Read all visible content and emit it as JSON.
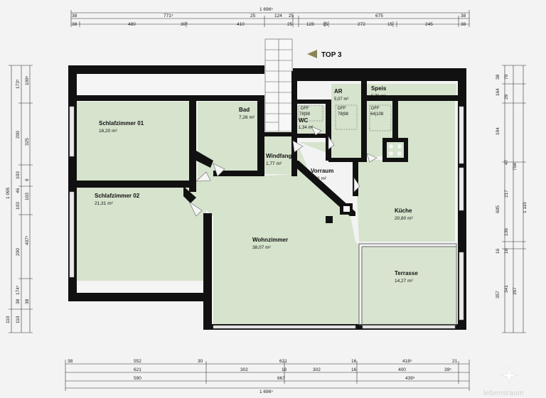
{
  "header": {
    "total_width": "1 696⁵",
    "top_label": "TOP 3"
  },
  "dims_top": {
    "row1": [
      "771⁵",
      "25",
      "124",
      "25",
      "675",
      "38",
      "38"
    ],
    "row2": [
      "38",
      "480",
      "30⁵",
      "410",
      "25",
      "128",
      "15",
      "272",
      "15",
      "245",
      "38"
    ]
  },
  "dims_bottom": {
    "row1": [
      "38",
      "552",
      "30",
      "621",
      "16",
      "418⁵",
      "21"
    ],
    "row2": [
      "621",
      "302",
      "16",
      "302",
      "16",
      "400",
      "39⁵"
    ],
    "row3": [
      "590",
      "667",
      "439⁵"
    ],
    "total": "1 696⁵"
  },
  "dims_left": {
    "outer": [
      "1 095",
      "110"
    ],
    "middle": [
      "173⁵",
      "200",
      "103",
      "46",
      "103",
      "200",
      "174⁵",
      "38",
      "110"
    ],
    "inner": [
      "109⁵",
      "325",
      "9",
      "103",
      "407⁵",
      "38"
    ]
  },
  "dims_right": {
    "outer": [
      "1 115"
    ],
    "middle": [
      "758",
      "357"
    ],
    "inner_a": [
      "70",
      "29",
      "47",
      "217",
      "136",
      "16",
      "341"
    ],
    "inner_b": [
      "38",
      "164",
      "194",
      "605",
      "16",
      "357"
    ]
  },
  "rooms": {
    "schlafzimmer01": {
      "name": "Schlafzimmer 01",
      "area": "16,20 m²"
    },
    "schlafzimmer02": {
      "name": "Schlafzimmer 02",
      "area": "21,31 m²"
    },
    "bad": {
      "name": "Bad",
      "area": "7,26 m²"
    },
    "windfang": {
      "name": "Windfang",
      "area": "1,77 m²"
    },
    "wc": {
      "name": "WC",
      "area": "1,34 m²"
    },
    "ar": {
      "name": "AR",
      "area": "5,07 m²"
    },
    "speis": {
      "name": "Speis",
      "area": "5,76 m²"
    },
    "vorraum": {
      "name": "Vorraum",
      "area": "4,62 m²"
    },
    "kueche": {
      "name": "Küche",
      "area": "20,80 m²"
    },
    "wohnzimmer": {
      "name": "Wohnzimmer",
      "area": "38,07 m²"
    },
    "terrasse": {
      "name": "Terrasse",
      "area": "14,27 m²"
    }
  },
  "dff": {
    "a": {
      "label": "DFF",
      "size": "78|98"
    },
    "b": {
      "label": "DFF",
      "size": "78|98"
    },
    "c": {
      "label": "DFF",
      "size": "64|108"
    }
  },
  "watermark": "lebensraum",
  "colors": {
    "room_fill": "#d6e3cd",
    "wall": "#111111",
    "terrace_fill": "#d9e4d0"
  }
}
